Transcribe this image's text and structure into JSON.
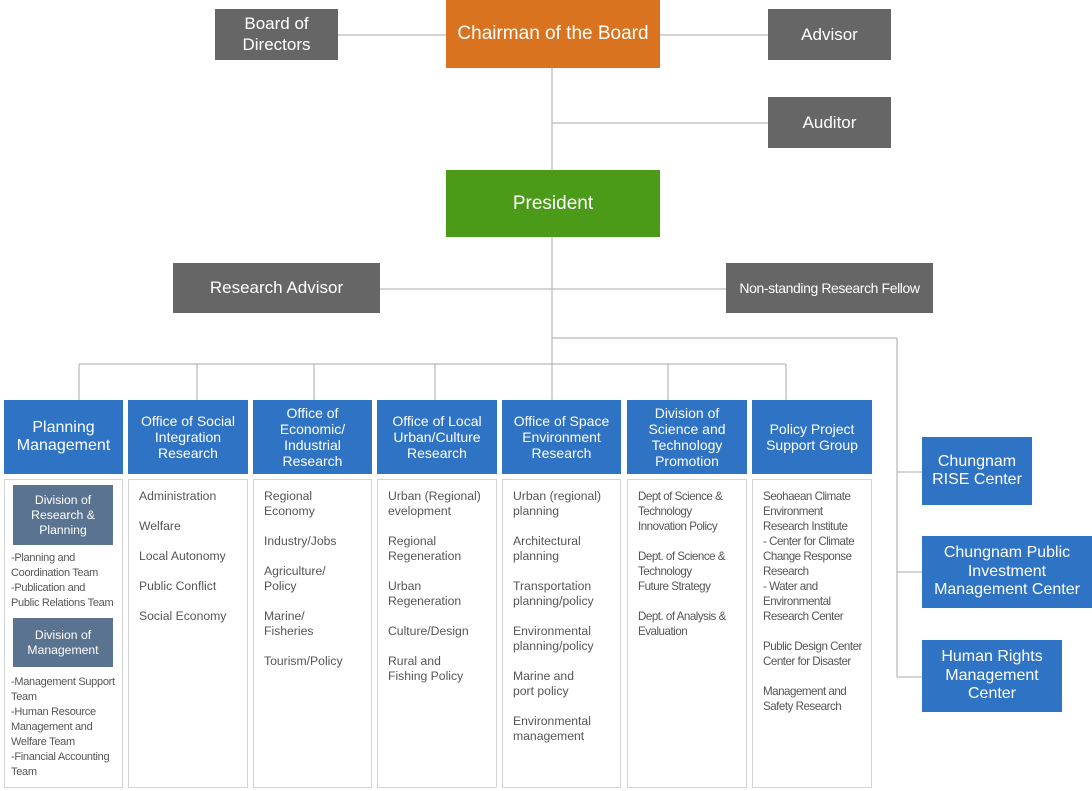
{
  "top": {
    "chairman": "Chairman of the Board",
    "board": "Board of\nDirectors",
    "advisor": "Advisor",
    "auditor": "Auditor",
    "president": "President",
    "research_advisor": "Research Advisor",
    "fellow": "Non-standing Research Fellow"
  },
  "colors": {
    "orange": "#d9731f",
    "green": "#4b9a18",
    "gray": "#666666",
    "blue": "#2f73c4",
    "subhead": "#5a7391"
  },
  "departments": [
    {
      "title": "Planning\nManagement"
    },
    {
      "title": "Office of Social\nIntegration\nResearch"
    },
    {
      "title": "Office of\nEconomic/\nIndustrial\nResearch"
    },
    {
      "title": "Office of Local\nUrban/Culture\nResearch"
    },
    {
      "title": "Office of Space\nEnvironment\nResearch"
    },
    {
      "title": "Division of\nScience and\nTechnology\nPromotion"
    },
    {
      "title": "Policy Project\nSupport Group"
    }
  ],
  "planning": {
    "division1": "Division of\nResearch\n& Planning",
    "teams1": "-Planning and\nCoordination Team\n-Publication and\nPublic Relations Team",
    "division2": "Division of\nManagement",
    "teams2": "-Management Support\nTeam\n-Human Resource\nManagement and\nWelfare Team\n-Financial Accounting\nTeam"
  },
  "social_items": [
    "Administration",
    "Welfare",
    "Local Autonomy",
    "Public Conflict",
    "Social Economy"
  ],
  "economic_items": [
    "Regional\nEconomy",
    "Industry/Jobs",
    "Agriculture/\nPolicy",
    "Marine/\nFisheries",
    "Tourism/Policy"
  ],
  "urban_items": [
    "Urban (Regional)\nevelopment",
    "Regional\nRegeneration",
    "Urban\nRegeneration",
    "Culture/Design",
    "Rural and\nFishing Policy"
  ],
  "space_items": [
    "Urban (regional)\n planning",
    "Architectural\nplanning",
    "Transportation\nplanning/policy",
    "Environmental\nplanning/policy",
    "Marine and\nport policy",
    "Environmental\nmanagement"
  ],
  "science_items": [
    "Dept of Science &\nTechnology\nInnovation Policy",
    "Dept. of Science &\nTechnology\nFuture Strategy",
    "Dept. of Analysis &\n Evaluation"
  ],
  "policy_items": [
    "Seohaean Climate\nEnvironment\nResearch Institute\n - Center for Climate\nChange Response\nResearch\n - Water and\nEnvironmental\nResearch Center",
    "Public Design Center\nCenter for Disaster",
    "Management and\nSafety Research"
  ],
  "side_centers": [
    "Chungnam\nRISE Center",
    "Chungnam Public\nInvestment\nManagement Center",
    "Human Rights\nManagement\nCenter"
  ]
}
